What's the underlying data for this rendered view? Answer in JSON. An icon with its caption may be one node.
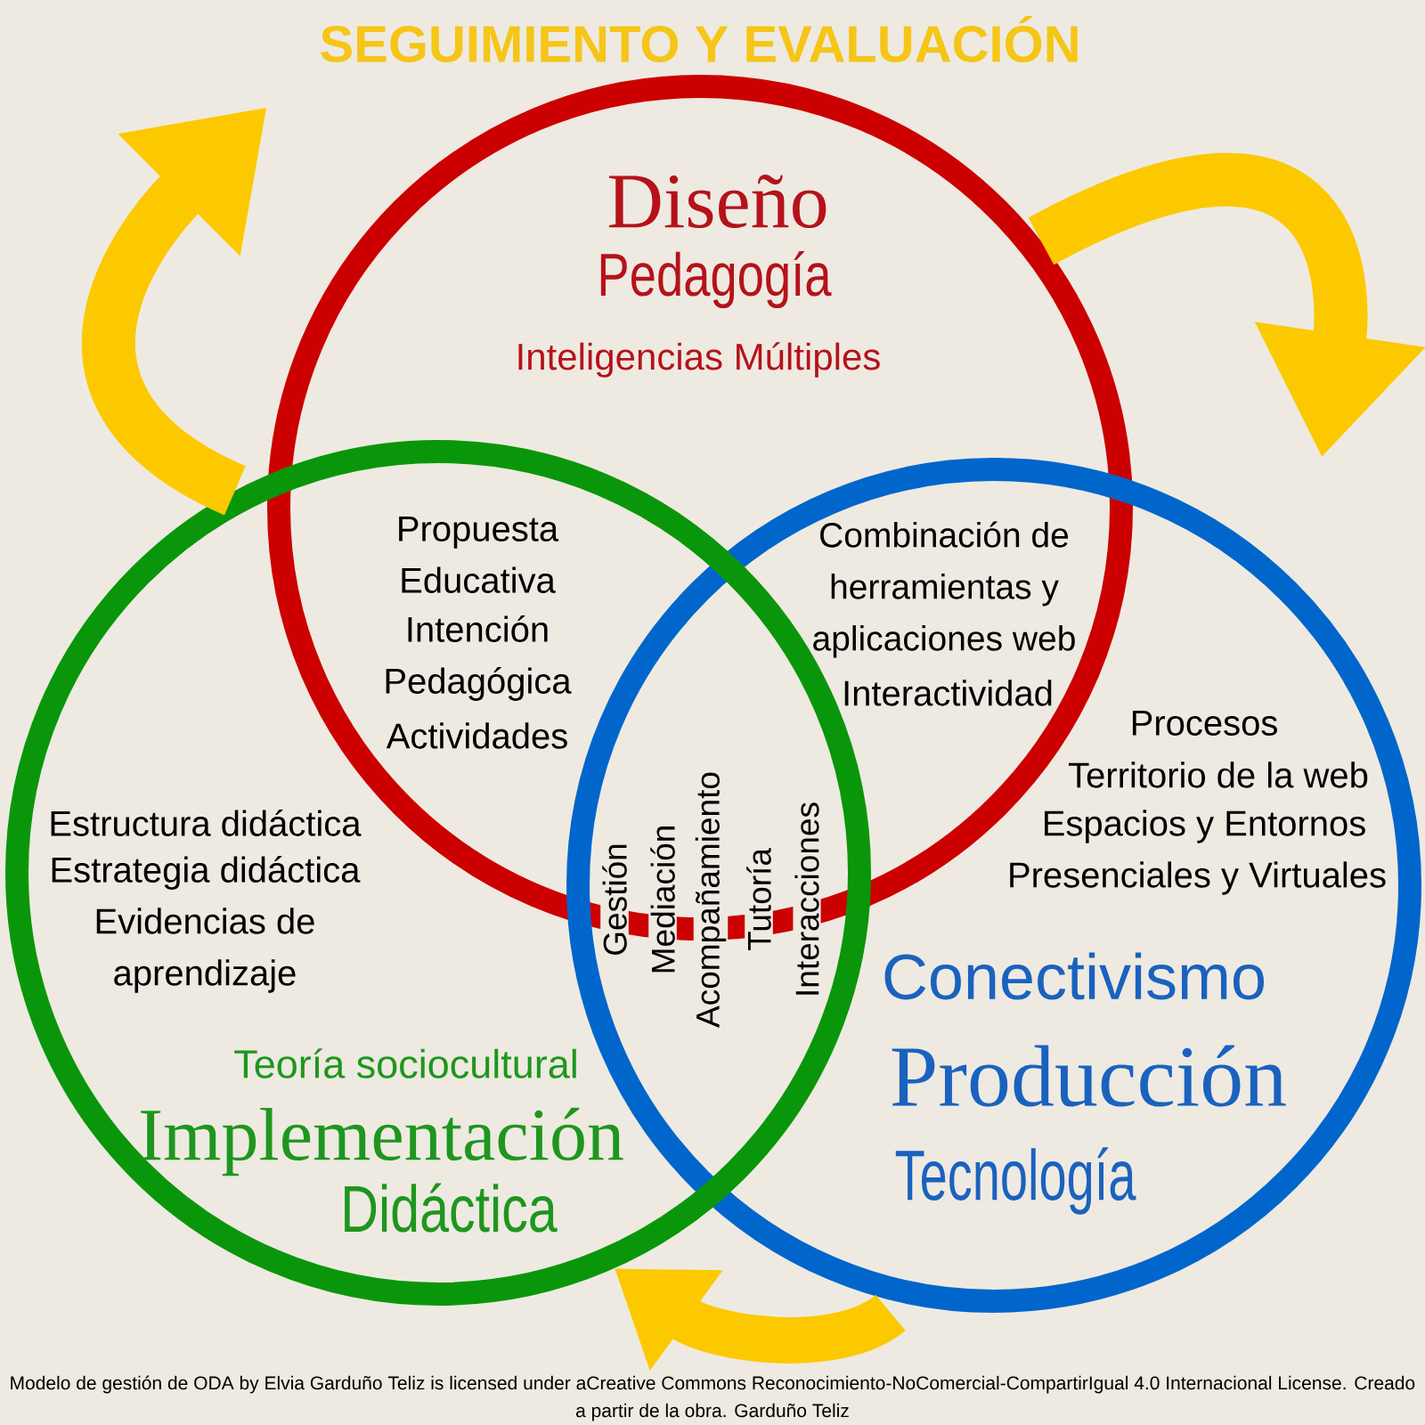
{
  "diagram": {
    "title": "SEGUIMIENTO Y EVALUACIÓN",
    "caption": "Modelo de gestión de ODA by Elvia Garduño Teliz is licensed under aCreative Commons Reconocimiento-NoComercial-CompartirIgual 4.0 Internacional License. Creado a partir de la obra. Garduño Teliz",
    "nodes": [
      {
        "text": [
          "Diseño",
          "Pedagogía",
          "Inteligencias Múltiples"
        ]
      },
      {
        "text": [
          "Estructura didáctica",
          "Estrategia didáctica",
          "Evidencias de aprendizaje",
          "Teoría sociocultural",
          "Implementación",
          "Didáctica"
        ]
      },
      {
        "text": [
          "Procesos",
          "Territorio de la web",
          "Espacios y Entornos",
          "Presenciales y Virtuales",
          "Conectivismo",
          "Producción",
          "Tecnología"
        ]
      }
    ],
    "edges": [
      {
        "from": 1,
        "to": 0,
        "arrow": "to"
      },
      {
        "from": 0,
        "to": 2,
        "arrow": "to"
      },
      {
        "from": 2,
        "to": 1,
        "arrow": "to"
      }
    ],
    "labels": [
      "Propuesta Educativa",
      "Intención Pedagógica",
      "Actividades",
      "Combinación de herramientas y aplicaciones web",
      "Interactividad",
      "Gestión",
      "Mediación",
      "Acompañamiento",
      "Tutoría",
      "Interacciones"
    ]
  }
}
